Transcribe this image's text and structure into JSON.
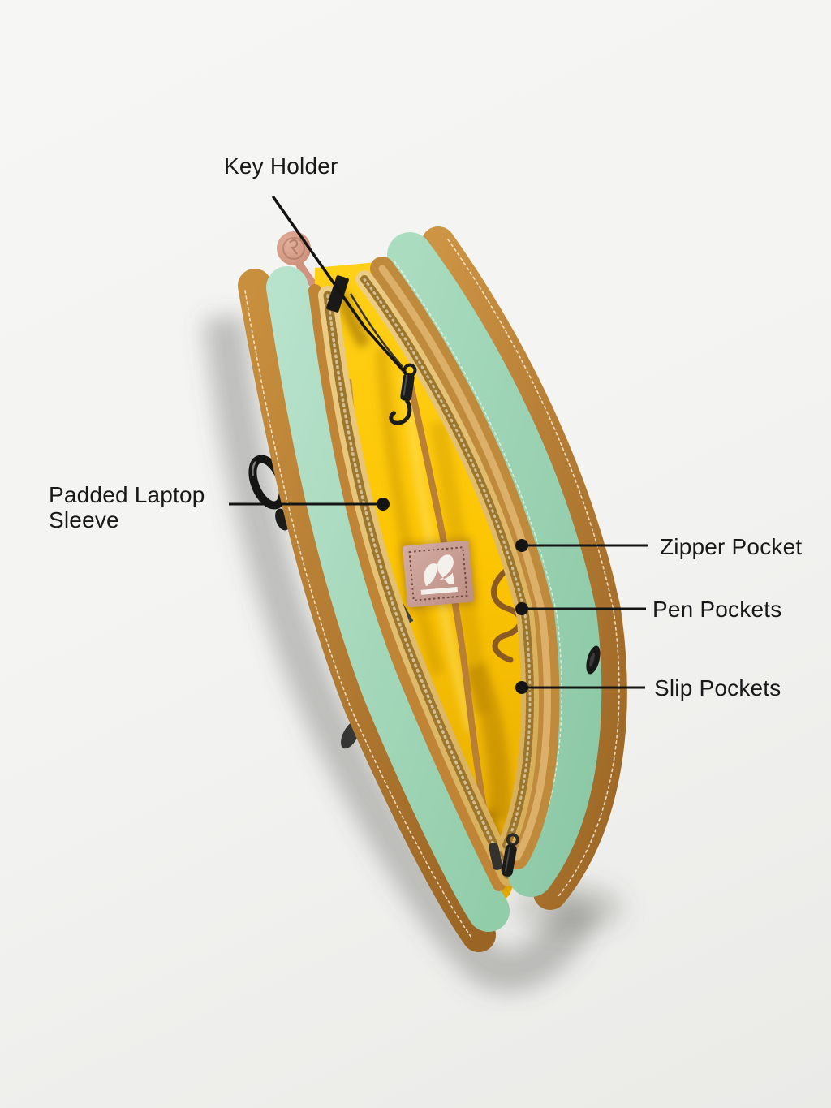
{
  "image": {
    "subject": "Open laptop bag interior, top view, with feature callouts",
    "background_color": "#f3f3f1",
    "line_color": "#141414"
  },
  "bag": {
    "colors": {
      "mint_suede": "#a9dcc0",
      "tan_leather": "#b97b31",
      "yellow_lining": "#fcc502",
      "zipper_tape": "#e7c47a",
      "logo_patch": "#cba198",
      "key_tag_pink": "#d69b85",
      "hardware_black": "#1b1b1a"
    }
  },
  "callouts": [
    {
      "id": "key-holder",
      "label": "Key Holder"
    },
    {
      "id": "padded-laptop-sleeve",
      "label": "Padded Laptop Sleeve"
    },
    {
      "id": "zipper-pocket",
      "label": "Zipper Pocket"
    },
    {
      "id": "pen-pockets",
      "label": "Pen Pockets"
    },
    {
      "id": "slip-pockets",
      "label": "Slip Pockets"
    }
  ]
}
